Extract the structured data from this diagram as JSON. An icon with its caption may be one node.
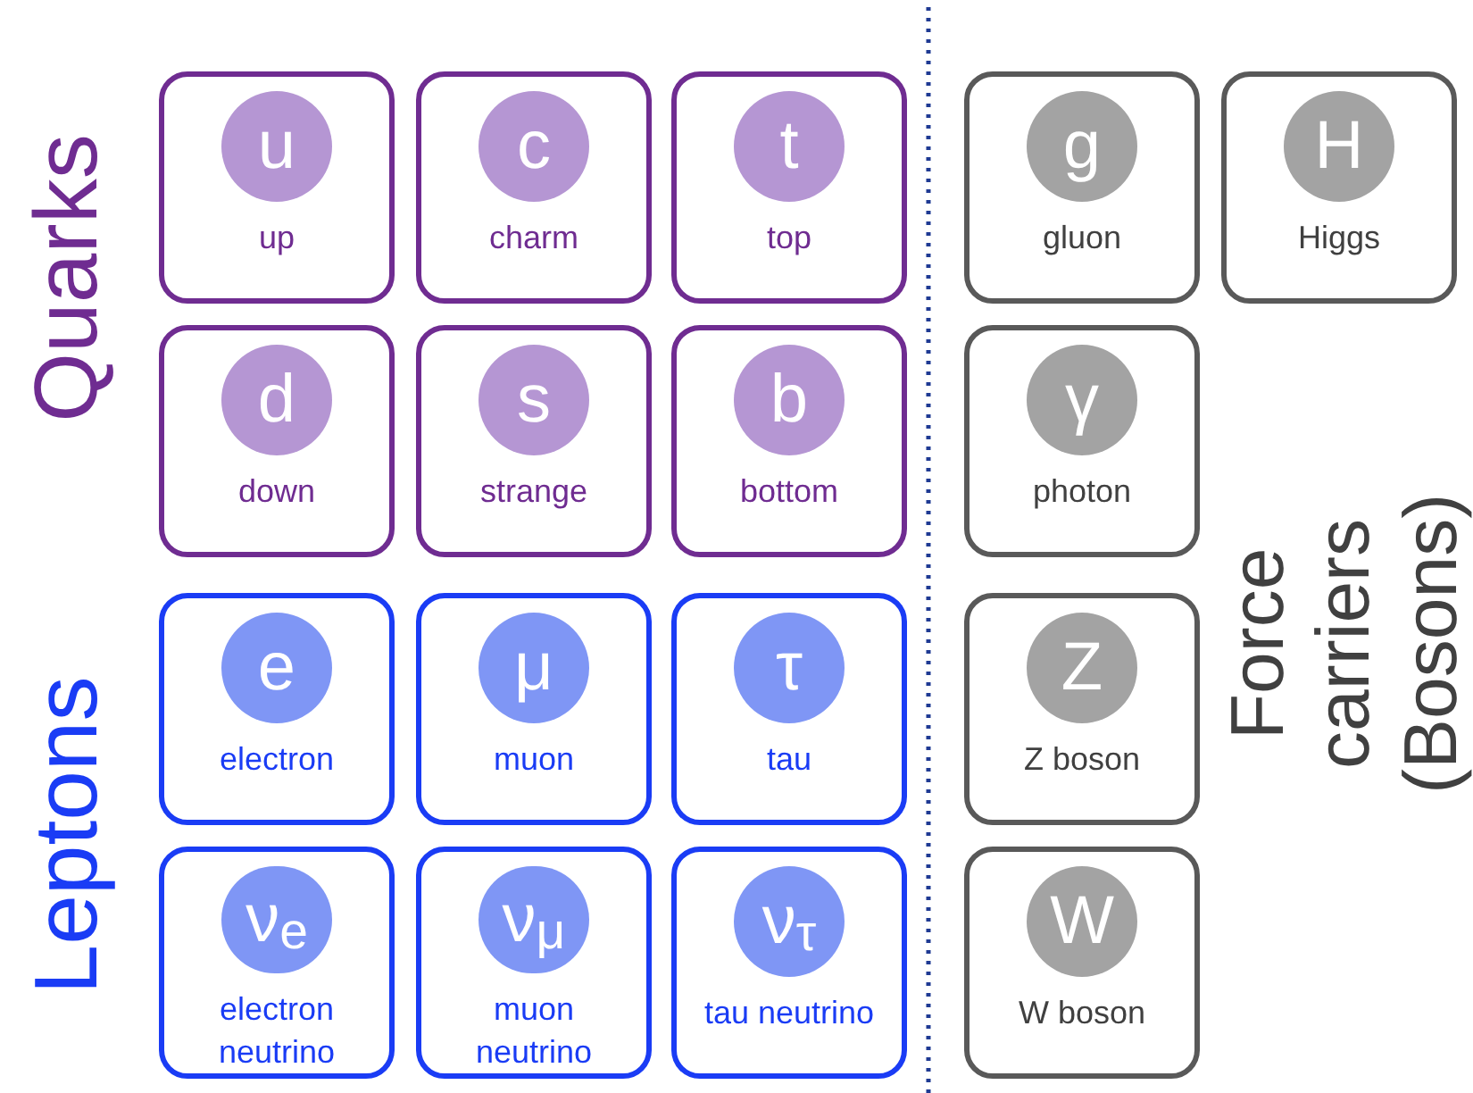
{
  "diagram": {
    "nodes": [
      {
        "text": [
          "u",
          "up"
        ]
      },
      {
        "text": [
          "c",
          "charm"
        ]
      },
      {
        "text": [
          "t",
          "top"
        ]
      },
      {
        "text": [
          "d",
          "down"
        ]
      },
      {
        "text": [
          "s",
          "strange"
        ]
      },
      {
        "text": [
          "b",
          "bottom"
        ]
      },
      {
        "text": [
          "e",
          "electron"
        ]
      },
      {
        "text": [
          "μ",
          "muon"
        ]
      },
      {
        "text": [
          "τ",
          "tau"
        ]
      },
      {
        "text": [
          "ν$_{e}$",
          "electron neutrino"
        ]
      },
      {
        "text": [
          "ν$_{μ}$",
          "muon neutrino"
        ]
      },
      {
        "text": [
          "ν$_{τ}$",
          "tau neutrino"
        ]
      },
      {
        "text": [
          "g",
          "gluon"
        ]
      },
      {
        "text": [
          "H",
          "Higgs"
        ]
      },
      {
        "text": [
          "γ",
          "photon"
        ]
      },
      {
        "text": [
          "Z",
          "Z boson"
        ]
      },
      {
        "text": [
          "W",
          "W boson"
        ]
      }
    ],
    "labels": [
      "Quarks",
      "Leptons",
      "Force carriers (Bosons)"
    ]
  }
}
